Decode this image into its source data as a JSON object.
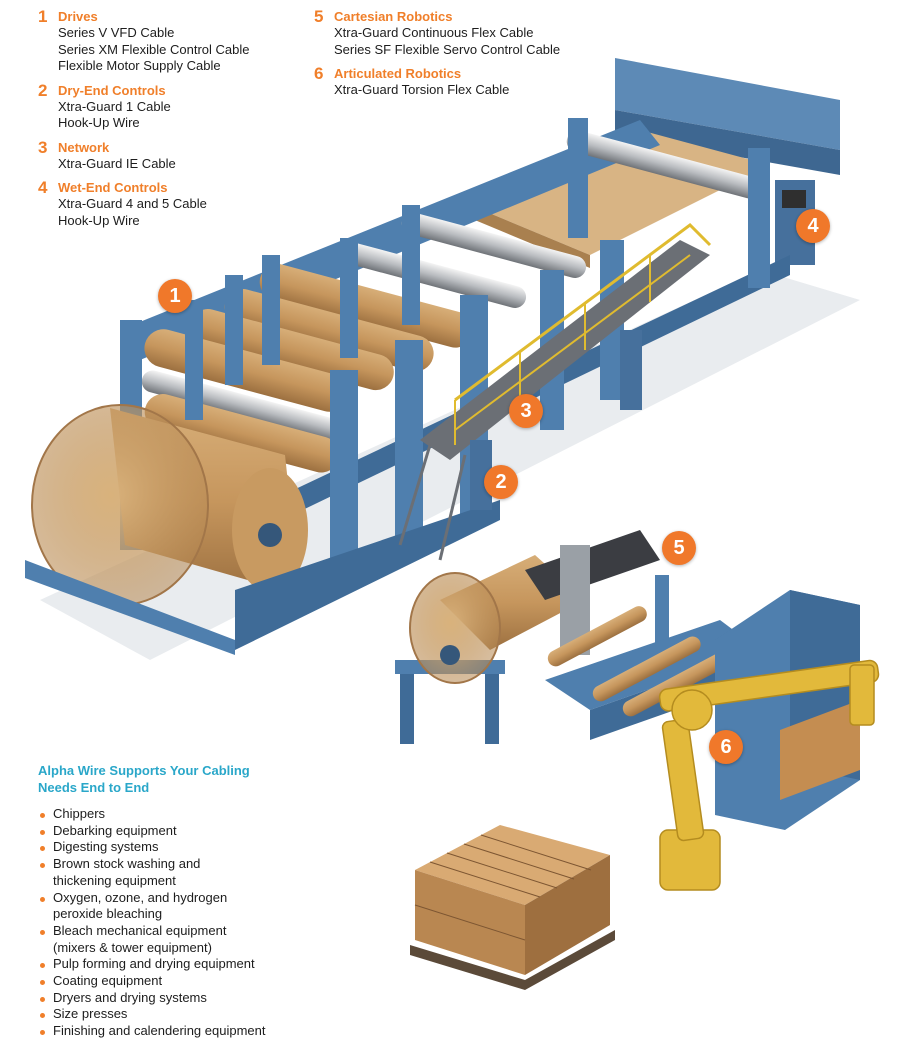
{
  "colors": {
    "accent_orange": "#f07f2a",
    "heading_teal": "#2aa7c9",
    "machine_blue": "#4f7fae",
    "paper_tan": "#c79a62",
    "robot_yellow": "#e2b93b"
  },
  "legend": [
    {
      "num": "1",
      "title": "Drives",
      "lines": [
        "Series V VFD Cable",
        "Series XM Flexible Control Cable",
        "Flexible Motor Supply Cable"
      ]
    },
    {
      "num": "2",
      "title": "Dry-End Controls",
      "lines": [
        "Xtra-Guard 1 Cable",
        "Hook-Up Wire"
      ]
    },
    {
      "num": "3",
      "title": "Network",
      "lines": [
        "Xtra-Guard IE Cable"
      ]
    },
    {
      "num": "4",
      "title": "Wet-End Controls",
      "lines": [
        "Xtra-Guard 4 and 5 Cable",
        "Hook-Up Wire"
      ]
    },
    {
      "num": "5",
      "title": "Cartesian Robotics",
      "lines": [
        "Xtra-Guard Continuous Flex Cable",
        "Series SF Flexible Servo Control Cable"
      ]
    },
    {
      "num": "6",
      "title": "Articulated Robotics",
      "lines": [
        "Xtra-Guard Torsion Flex Cable"
      ]
    }
  ],
  "markers": [
    "1",
    "2",
    "3",
    "4",
    "5",
    "6"
  ],
  "support": {
    "title": "Alpha Wire Supports Your Cabling Needs End to End",
    "items": [
      "Chippers",
      "Debarking equipment",
      "Digesting systems",
      "Brown stock washing and thickening equipment",
      "Oxygen, ozone, and hydrogen peroxide bleaching",
      "Bleach mechanical equipment (mixers & tower equipment)",
      "Pulp forming and drying equipment",
      "Coating equipment",
      "Dryers and drying systems",
      "Size presses",
      "Finishing and calendering equipment"
    ]
  }
}
